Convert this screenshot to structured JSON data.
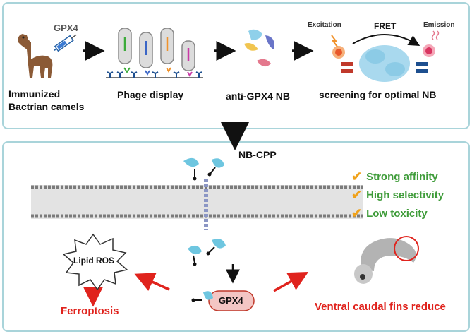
{
  "top": {
    "camel_label_line1": "Immunized",
    "camel_label_line2": "Bactrian camels",
    "antigen_label": "GPX4",
    "phage_label": "Phage display",
    "nb_label": "anti-GPX4 NB",
    "screen_label": "screening for optimal NB",
    "excitation_label": "Excitation",
    "fret_label": "FRET",
    "emission_label": "Emission"
  },
  "bottom": {
    "nbcpp_label": "NB-CPP",
    "features": [
      "Strong affinity",
      "High selectivity",
      "Low toxicity"
    ],
    "lipid_ros_label": "Lipid ROS",
    "ferroptosis_label": "Ferroptosis",
    "gpx4_label": "GPX4",
    "zebrafish_label": "Ventral caudal fins reduce"
  },
  "colors": {
    "panel_border": "#a9d4da",
    "nb_blue": "#6ec6e0",
    "check_orange": "#f0a21b",
    "feature_green": "#3f9c3a",
    "arrow_red": "#e0231d",
    "gpx4_fill": "#f3c6c4"
  }
}
